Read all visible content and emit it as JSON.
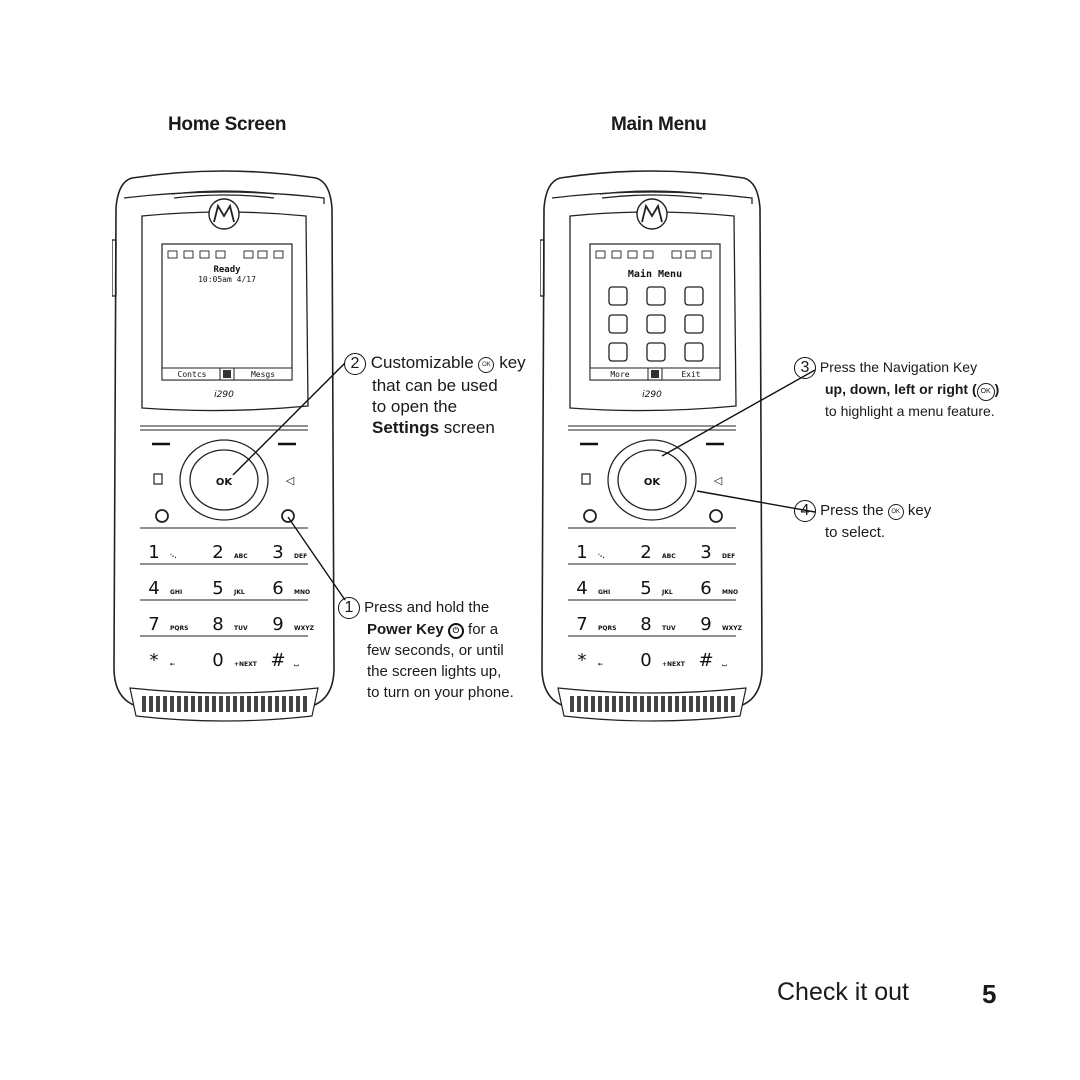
{
  "headings": {
    "home_screen": "Home Screen",
    "main_menu": "Main Menu"
  },
  "home_phone": {
    "status_time": "10:05am  4/17",
    "status_ready": "Ready",
    "softkey_left": "Contcs",
    "softkey_right": "Mesgs",
    "model": "i290",
    "ok_label": "OK"
  },
  "menu_phone": {
    "screen_title": "Main Menu",
    "softkey_left": "More",
    "softkey_right": "Exit",
    "model": "i290",
    "ok_label": "OK"
  },
  "keypad": [
    {
      "digit": "1",
      "letters": "'-."
    },
    {
      "digit": "2",
      "letters": "ABC"
    },
    {
      "digit": "3",
      "letters": "DEF"
    },
    {
      "digit": "4",
      "letters": "GHI"
    },
    {
      "digit": "5",
      "letters": "JKL"
    },
    {
      "digit": "6",
      "letters": "MNO"
    },
    {
      "digit": "7",
      "letters": "PQRS"
    },
    {
      "digit": "8",
      "letters": "TUV"
    },
    {
      "digit": "9",
      "letters": "WXYZ"
    },
    {
      "digit": "*",
      "letters": "←"
    },
    {
      "digit": "0",
      "letters": "+NEXT"
    },
    {
      "digit": "#",
      "letters": "⌴"
    }
  ],
  "callouts": {
    "c1": {
      "number": "1",
      "line1": "Press and hold the",
      "line2_bold": "Power Key",
      "line2_rest": "for a",
      "line3": "few seconds, or until",
      "line4": "the screen lights up,",
      "line5": "to turn on your phone."
    },
    "c2": {
      "number": "2",
      "line1a": "Customizable",
      "line1b": "key",
      "line2": "that can be used",
      "line3": "to open the",
      "line4_bold": "Settings",
      "line4_rest": "screen"
    },
    "c3": {
      "number": "3",
      "line1": "Press the Navigation Key",
      "line2": "up, down, left or right (",
      "line2_end": ")",
      "line3": "to highlight a menu feature."
    },
    "c4": {
      "number": "4",
      "line1a": "Press the",
      "line1b": "key",
      "line2": "to select."
    }
  },
  "footer": {
    "title": "Check it out",
    "page": "5"
  },
  "icons": [
    "motorola-logo-icon",
    "signal-icon",
    "speaker-icon",
    "battery-icon",
    "ok-key-icon",
    "power-key-icon",
    "navigation-key-icon"
  ]
}
